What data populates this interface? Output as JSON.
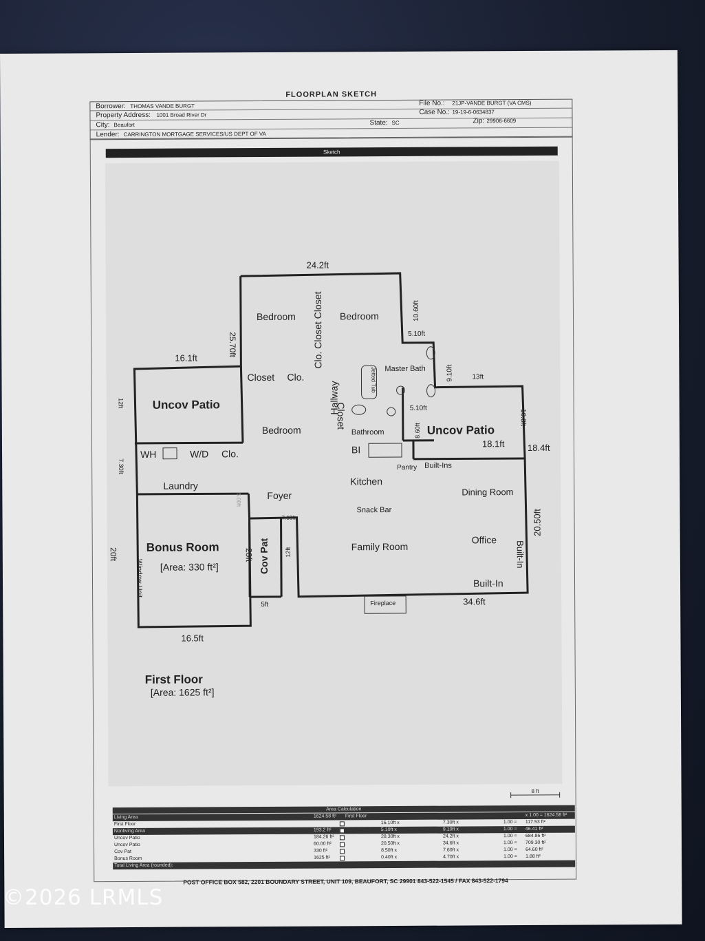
{
  "form": {
    "title": "FLOORPLAN SKETCH",
    "borrower_label": "Borrower:",
    "borrower": "THOMAS VANDE BURGT",
    "address_label": "Property Address:",
    "address": "1001 Broad River Dr",
    "city_label": "City:",
    "city": "Beaufort",
    "lender_label": "Lender:",
    "lender": "CARRINGTON MORTGAGE SERVICES/US DEPT OF VA",
    "file_label": "File No.:",
    "file": "21JP-VANDE BURGT (VA CMS)",
    "case_label": "Case No.:",
    "case": "19-19-6-0634837",
    "state_label": "State:",
    "state": "SC",
    "zip_label": "Zip:",
    "zip": "29906-6609",
    "sketch_label": "Sketch"
  },
  "plan": {
    "rooms": {
      "bedroom1": "Bedroom",
      "bedroom2": "Bedroom",
      "bedroom3": "Bedroom",
      "closet_v1": "Clo. Closet Closet",
      "closet": "Closet",
      "clo": "Clo.",
      "hallway": "Hallway",
      "closet2": "Closet",
      "jetted_tub": "Jetted Tub",
      "master_bath": "Master Bath",
      "bathroom": "Bathroom",
      "bi": "BI",
      "uncov_patio1": "Uncov Patio",
      "uncov_patio2": "Uncov Patio",
      "wh": "WH",
      "wd": "W/D",
      "clo2": "Clo.",
      "laundry": "Laundry",
      "foyer": "Foyer",
      "kitchen": "Kitchen",
      "pantry": "Pantry",
      "built_ins": "Built-Ins",
      "dining_room": "Dining Room",
      "snack_bar": "Snack Bar",
      "bonus_room": "Bonus Room",
      "bonus_area": "[Area: 330 ft²]",
      "window_unit": "Window Unit",
      "cov_pat": "Cov Pat",
      "family_room": "Family Room",
      "office": "Office",
      "built_in_v": "Built-In",
      "built_in": "Built-In",
      "fireplace": "Fireplace"
    },
    "dims": {
      "d242": "24.2ft",
      "d1060": "10.60ft",
      "d510a": "5.10ft",
      "d2570": "25.70ft",
      "d161": "16.1ft",
      "d910": "9.10ft",
      "d13": "13ft",
      "d12a": "12ft",
      "d510b": "5.10ft",
      "d860": "8.60ft",
      "d108": "10.8ft",
      "d181": "18.1ft",
      "d184": "18.4ft",
      "d730": "7.30ft",
      "d500": "5.00ft",
      "d760": "7.60ft",
      "d20a": "20ft",
      "d20b": "20ft",
      "d12b": "12ft",
      "d2050": "20.50ft",
      "d5": "5ft",
      "d346": "34.6ft",
      "d165": "16.5ft"
    },
    "floor_label": "First Floor",
    "floor_area": "[Area: 1625 ft²]",
    "scale": "8 ft"
  },
  "area_calc": {
    "title": "Area Calculation",
    "rows": [
      {
        "label": "Living Area",
        "area": "1624.58 ft²",
        "name": "First Floor",
        "dark": true,
        "c1": "",
        "c2": "",
        "c3": "",
        "c4": "x 1.00 = 1624.58 ft²"
      },
      {
        "label": "First Floor",
        "area": "",
        "name": "",
        "dark": false,
        "c1": "16.10ft x",
        "c2": "7.30ft x",
        "c3": "1.00 =",
        "c4": "117.53 ft²"
      },
      {
        "label": "Nonliving Area",
        "area": "193.2 ft²",
        "name": "",
        "dark": true,
        "c1": "5.10ft x",
        "c2": "9.10ft x",
        "c3": "1.00 =",
        "c4": "46.41 ft²"
      },
      {
        "label": "Uncov Patio",
        "area": "184.26 ft²",
        "name": "",
        "dark": false,
        "c1": "28.30ft x",
        "c2": "24.2ft x",
        "c3": "1.00 =",
        "c4": "684.86 ft²"
      },
      {
        "label": "Uncov Patio",
        "area": "60.00 ft²",
        "name": "",
        "dark": false,
        "c1": "20.50ft x",
        "c2": "34.6ft x",
        "c3": "1.00 =",
        "c4": "709.30 ft²"
      },
      {
        "label": "Cov Pat",
        "area": "330 ft²",
        "name": "",
        "dark": false,
        "c1": "8.50ft x",
        "c2": "7.60ft x",
        "c3": "1.00 =",
        "c4": "64.60 ft²"
      },
      {
        "label": "Bonus Room",
        "area": "1625 ft²",
        "name": "",
        "dark": false,
        "c1": "0.40ft x",
        "c2": "4.70ft x",
        "c3": "1.00 =",
        "c4": "1.88 ft²"
      },
      {
        "label": "Total Living Area (rounded):",
        "area": "",
        "name": "",
        "dark": true,
        "c1": "",
        "c2": "",
        "c3": "",
        "c4": ""
      }
    ]
  },
  "footer": "POST OFFICE BOX 582, 2201 BOUNDARY STREET, UNIT 109, BEAUFORT, SC 29901   843-522-1545 / FAX 843-522-1794",
  "watermark": "©2026 LRMLS"
}
